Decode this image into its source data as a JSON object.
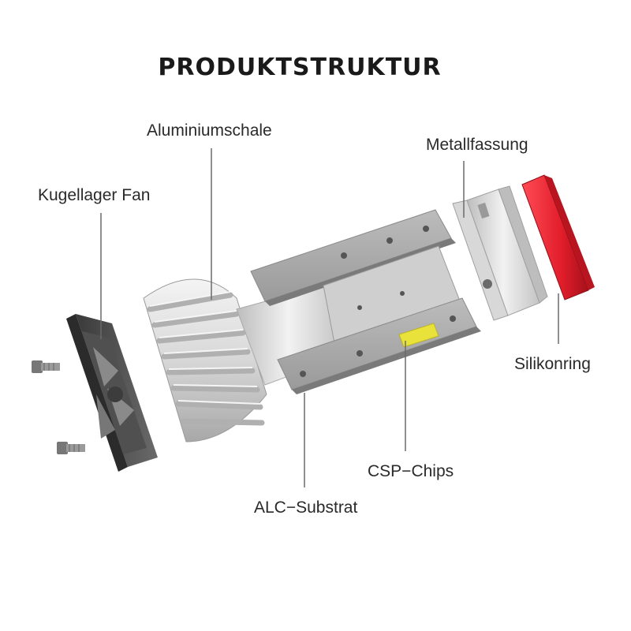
{
  "title": "PRODUKTSTRUKTUR",
  "labels": {
    "fan": "Kugellager Fan",
    "shell": "Aluminiumschale",
    "socket": "Metallfassung",
    "ring": "Silikonring",
    "chips": "CSP−Chips",
    "substrate": "ALC−Substrat"
  },
  "colors": {
    "ring": "#e11d2a",
    "chip": "#e8e23a",
    "leader": "#6a6a6a"
  },
  "icons": [
    "screw-icon",
    "fan-icon",
    "heatsink-icon",
    "substrate-icon",
    "socket-icon",
    "ring-icon",
    "chip-icon"
  ]
}
